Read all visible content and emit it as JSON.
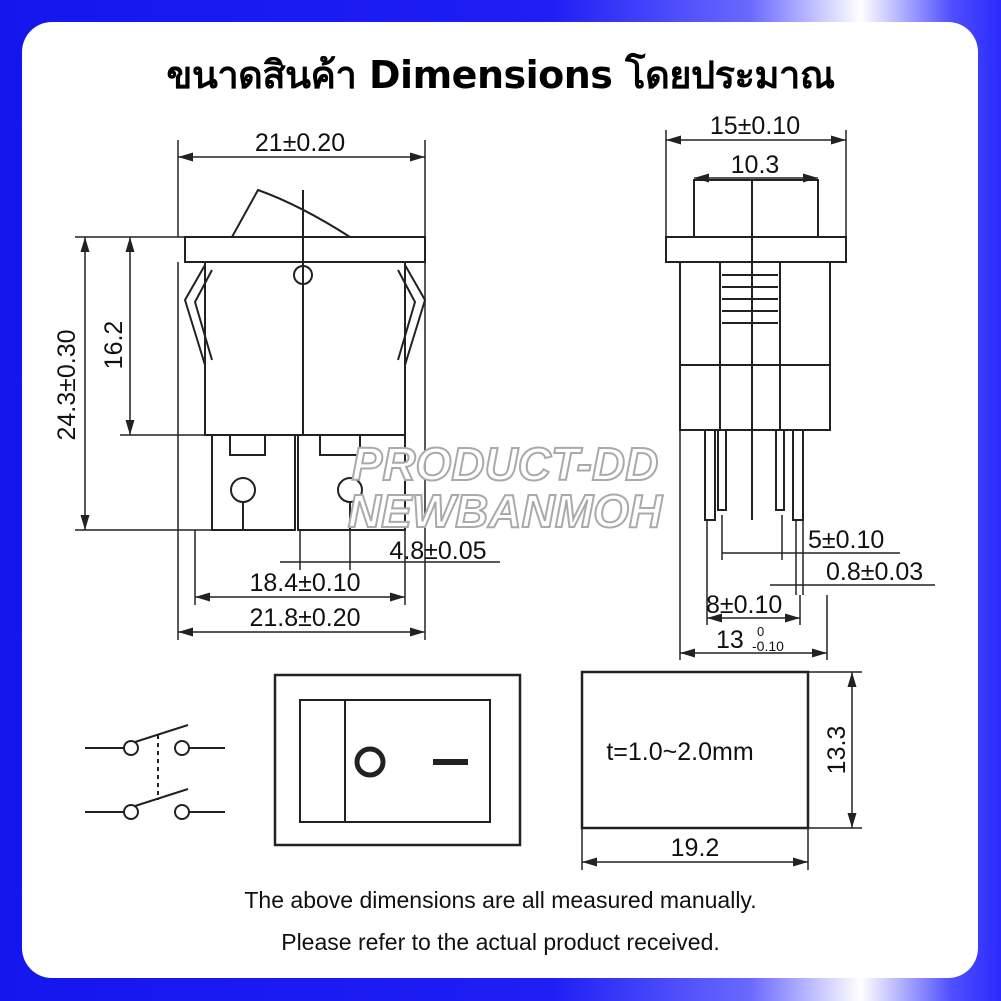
{
  "title": "ขนาดสินค้า Dimensions โดยประมาณ",
  "front_view": {
    "width_top": "21±0.20",
    "height_total": "24.3±0.30",
    "height_body": "16.2",
    "terminal_width": "4.8±0.05",
    "terminal_span": "18.4±0.10",
    "width_bottom": "21.8±0.20"
  },
  "side_view": {
    "width_top": "15±0.10",
    "width_inner": "10.3",
    "pin_pitch": "5±0.10",
    "pin_thickness": "0.8±0.03",
    "pin_span": "8±0.10",
    "base_width": "13",
    "base_tol_upper": "0",
    "base_tol_lower": "-0.10"
  },
  "panel_cutout": {
    "thickness": "t=1.0~2.0mm",
    "height": "13.3",
    "width": "19.2"
  },
  "watermark": [
    "PRODUCT-DD",
    "NEWBANMOH"
  ],
  "footer": {
    "line1": "The above dimensions are all measured manually.",
    "line2": "Please refer to the actual product received."
  },
  "colors": {
    "frame": "#1a1af0",
    "line": "#222222"
  }
}
